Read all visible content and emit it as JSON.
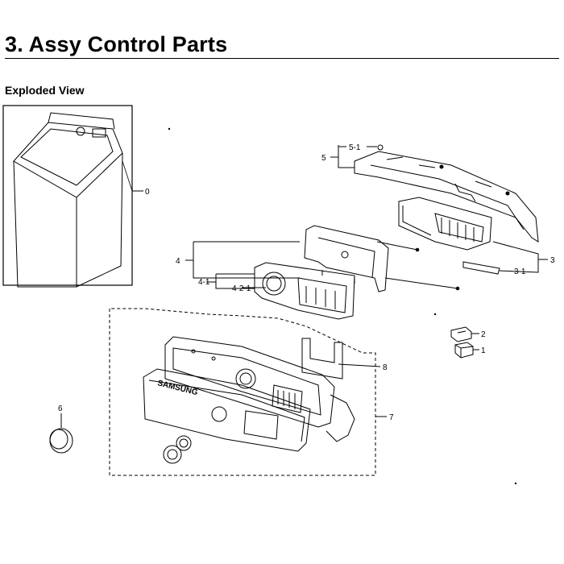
{
  "header": {
    "title": "3.  Assy Control Parts",
    "subtitle": "Exploded View"
  },
  "diagram": {
    "callouts": [
      "0",
      "5",
      "5-1",
      "4",
      "4-1",
      "4-2-1",
      "3",
      "3-1",
      "2",
      "1",
      "8",
      "7",
      "6"
    ],
    "brand_label": "SAMSUNG"
  }
}
